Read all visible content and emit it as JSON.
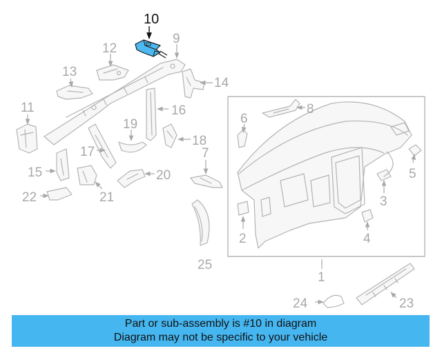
{
  "diagram": {
    "highlighted_part": "10",
    "highlight_color": "#4cb9f2",
    "callouts": [
      "10",
      "9",
      "12",
      "13",
      "14",
      "11",
      "16",
      "6",
      "8",
      "19",
      "18",
      "17",
      "7",
      "15",
      "20",
      "5",
      "22",
      "21",
      "3",
      "2",
      "4",
      "25",
      "1",
      "24",
      "23"
    ]
  },
  "banner": {
    "line1": "Part or sub-assembly is #10 in diagram",
    "line2": "Diagram may not be specific to your vehicle",
    "color": "#45b6f0"
  }
}
